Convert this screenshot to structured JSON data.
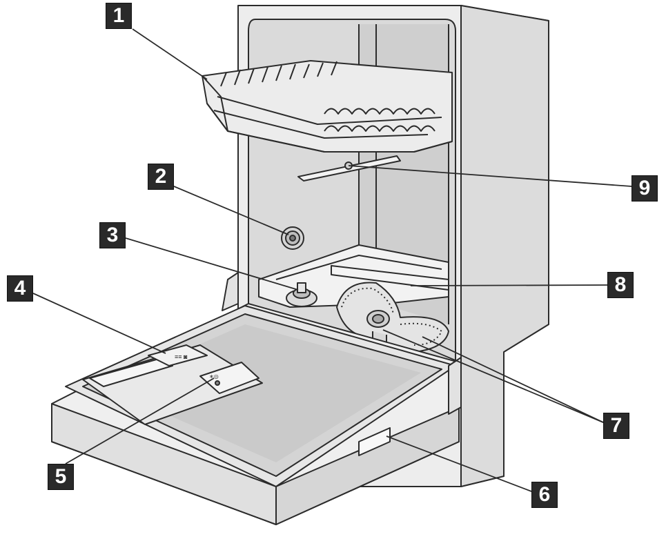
{
  "callouts": [
    {
      "number": "1",
      "part": "upper-basket"
    },
    {
      "number": "2",
      "part": "upper-spray-arm-inlet"
    },
    {
      "number": "3",
      "part": "lower-spray-arm-hub"
    },
    {
      "number": "4",
      "part": "detergent-dispenser"
    },
    {
      "number": "5",
      "part": "rinse-aid-dispenser"
    },
    {
      "number": "6",
      "part": "rating-plate"
    },
    {
      "number": "7",
      "part": "filters"
    },
    {
      "number": "8",
      "part": "lower-spray-arm"
    },
    {
      "number": "9",
      "part": "upper-spray-arm"
    }
  ]
}
